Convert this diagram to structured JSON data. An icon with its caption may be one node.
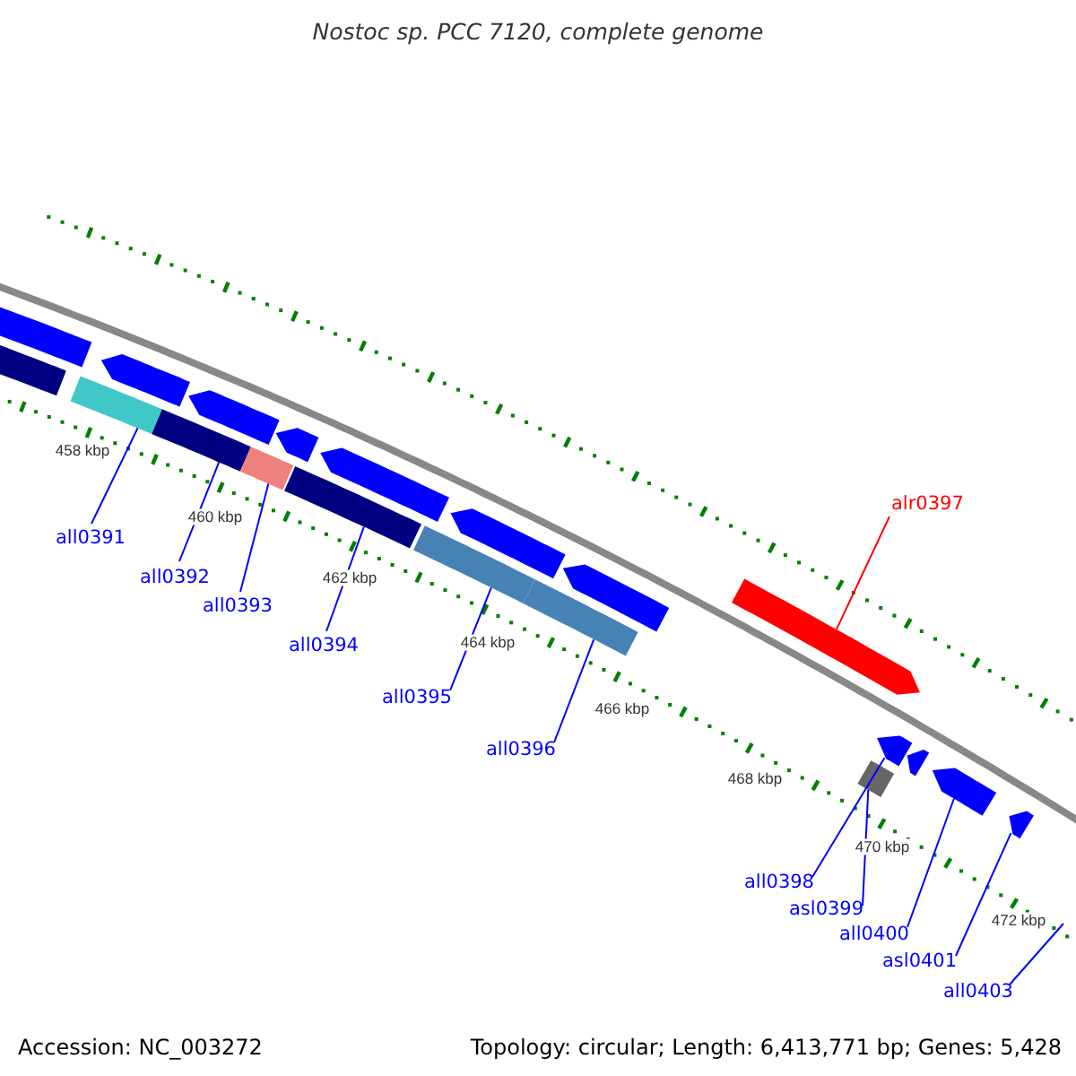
{
  "diagram": {
    "title": "Nostoc sp. PCC 7120, complete genome",
    "nodes": [
      {
        "text": [
          "all0391"
        ]
      },
      {
        "text": [
          "all0392"
        ]
      },
      {
        "text": [
          "all0393"
        ]
      },
      {
        "text": [
          "all0394"
        ]
      },
      {
        "text": [
          "all0395"
        ]
      },
      {
        "text": [
          "all0396"
        ]
      },
      {
        "text": [
          "alr0397"
        ]
      },
      {
        "text": [
          "all0398"
        ]
      },
      {
        "text": [
          "asl0399"
        ]
      },
      {
        "text": [
          "all0400"
        ]
      },
      {
        "text": [
          "asl0401"
        ]
      },
      {
        "text": [
          "all0403"
        ]
      },
      {
        "text": [],
        "shape": "bar"
      },
      {
        "text": [],
        "shape": "bar"
      },
      {
        "text": [],
        "shape": "bar"
      },
      {
        "text": [],
        "shape": "arrow"
      },
      {
        "text": [],
        "shape": "bar"
      },
      {
        "text": [],
        "shape": "arrow"
      },
      {
        "text": [],
        "shape": "bar"
      },
      {
        "text": [],
        "shape": "arrow"
      },
      {
        "text": [],
        "shape": "bar"
      },
      {
        "text": [],
        "shape": "arrow"
      },
      {
        "text": [],
        "shape": "bar"
      },
      {
        "text": [],
        "shape": "arrow"
      },
      {
        "text": [],
        "shape": "bar"
      },
      {
        "text": [],
        "shape": "arrow"
      },
      {
        "text": [],
        "shape": "arrow"
      },
      {
        "text": [],
        "shape": "arrow"
      },
      {
        "text": [],
        "shape": "bar"
      },
      {
        "text": [],
        "shape": "arrow"
      },
      {
        "text": [],
        "shape": "arrow"
      },
      {
        "text": [],
        "shape": "arrow"
      }
    ],
    "edges": [
      {
        "from": 0,
        "to": 14,
        "arrow": "none"
      },
      {
        "from": 1,
        "to": 16,
        "arrow": "none"
      },
      {
        "from": 2,
        "to": 18,
        "arrow": "none"
      },
      {
        "from": 3,
        "to": 20,
        "arrow": "none"
      },
      {
        "from": 4,
        "to": 22,
        "arrow": "none"
      },
      {
        "from": 5,
        "to": 24,
        "arrow": "none"
      },
      {
        "from": 6,
        "to": 26,
        "arrow": "none",
        "color": "#ff0000"
      },
      {
        "from": 7,
        "to": 27,
        "arrow": "none"
      },
      {
        "from": 8,
        "to": 28,
        "arrow": "none"
      },
      {
        "from": 9,
        "to": 30,
        "arrow": "none"
      },
      {
        "from": 10,
        "to": 31,
        "arrow": "none"
      },
      {
        "from": 11,
        "to": null,
        "arrow": "none"
      }
    ],
    "labels": [
      "458 kbp",
      "460 kbp",
      "462 kbp",
      "464 kbp",
      "466 kbp",
      "468 kbp",
      "470 kbp",
      "472 kbp",
      "Accession: NC_003272",
      "Topology: circular; Length: 6,413,771 bp; Genes: 5,428"
    ]
  }
}
